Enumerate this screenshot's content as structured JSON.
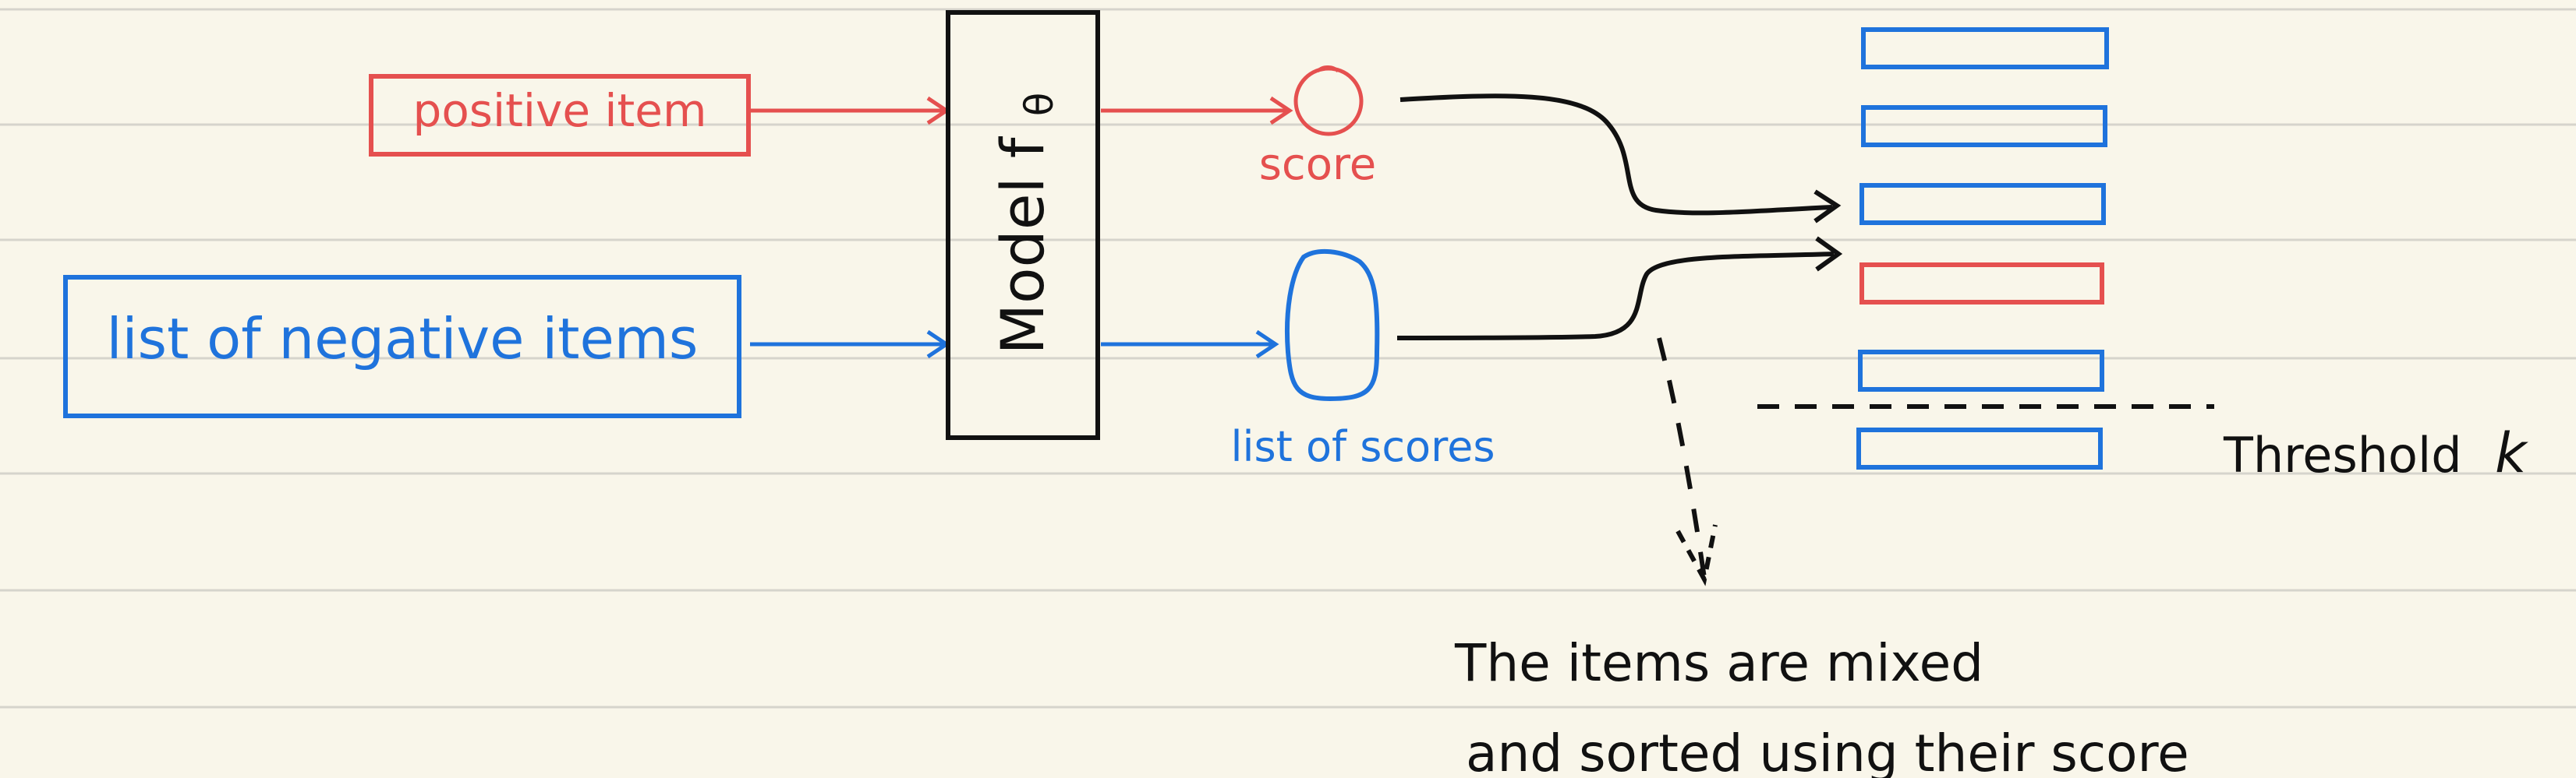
{
  "colors": {
    "paper": "#f9f6ea",
    "rule": "#d6d4cc",
    "positive": "#e5504f",
    "negative": "#1f73dc",
    "ink": "#111111"
  },
  "labels": {
    "positive_item": "positive item",
    "negative_items": "list of negative items",
    "model": "Model f",
    "model_subscript": "θ",
    "score": "score",
    "list_of_scores": "list of scores",
    "threshold": "Threshold",
    "threshold_symbol": "k",
    "note_line1": "The items are mixed",
    "note_line2": "and sorted using their score"
  },
  "ranked_list": [
    "negative",
    "negative",
    "negative",
    "positive",
    "negative",
    "negative"
  ],
  "threshold_after_rank": 5
}
